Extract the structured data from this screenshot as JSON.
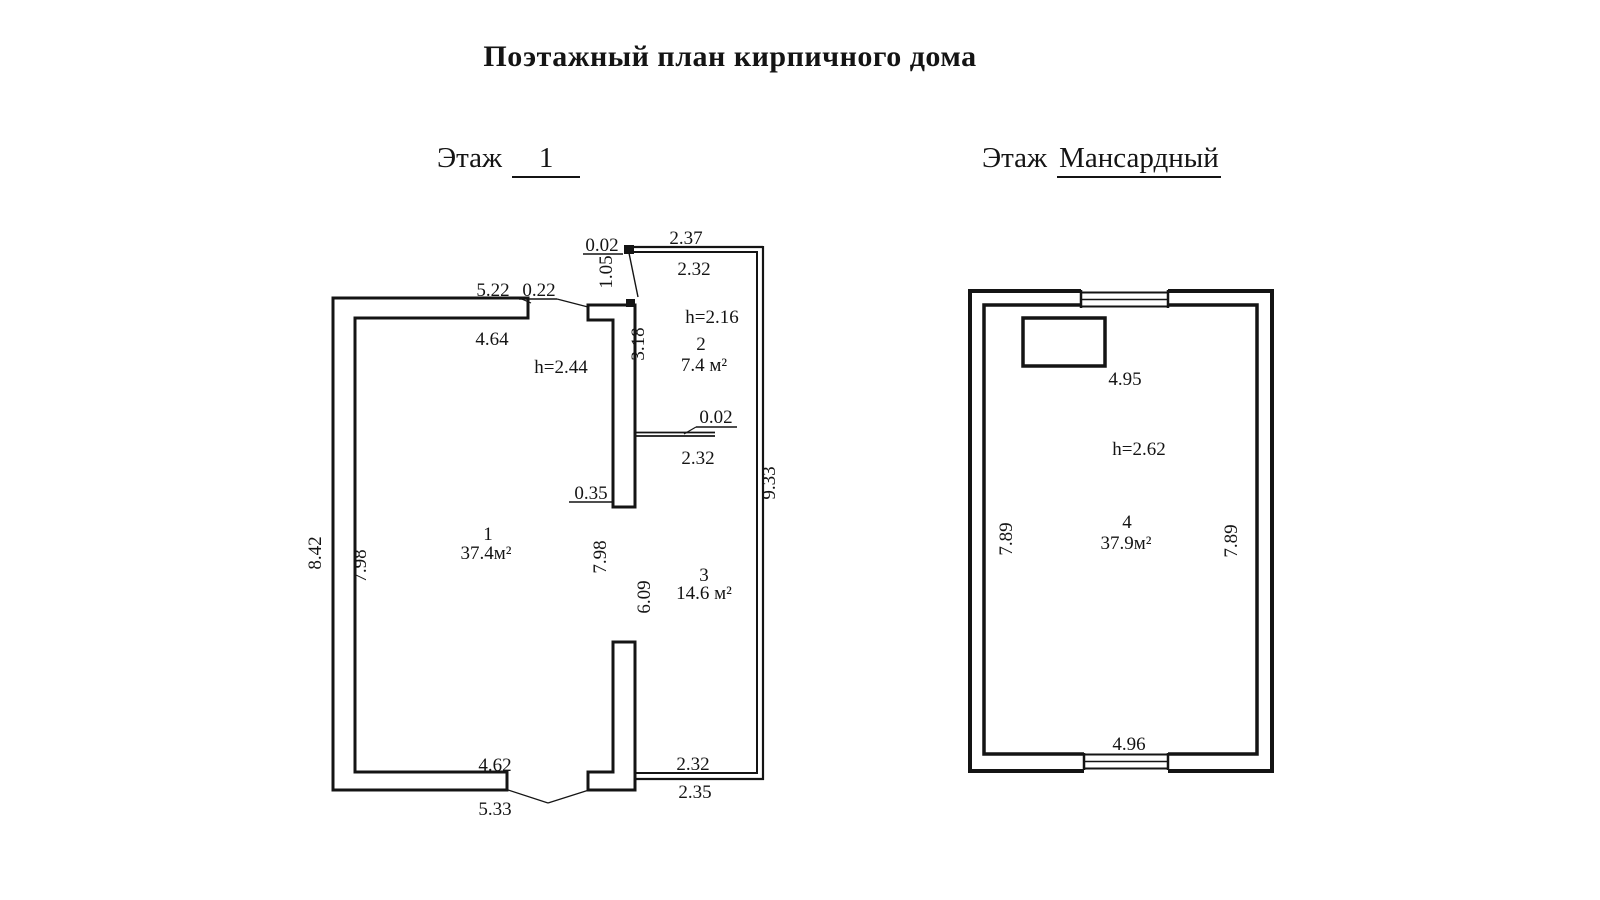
{
  "title": "Поэтажный план кирпичного дома",
  "floor1_header": {
    "label": "Этаж",
    "value": "1"
  },
  "mansard_header": {
    "label": "Этаж",
    "value": "Мансардный"
  },
  "plan1": {
    "dims": {
      "d002_top": "0.02",
      "d237": "2.37",
      "d232_top": "2.32",
      "d105": "1.05",
      "d522": "5.22",
      "d022": "0.22",
      "d464": "4.64",
      "h244": "h=2.44",
      "d318": "3.18",
      "h216": "h=2.16",
      "room2_num": "2",
      "room2_area": "7.4 м²",
      "d002_mid": "0.02",
      "d232_mid": "2.32",
      "d035": "0.35",
      "d933": "9.33",
      "d842": "8.42",
      "d798_left": "7.98",
      "room1_num": "1",
      "room1_area": "37.4м²",
      "d798_right": "7.98",
      "d609": "6.09",
      "room3_num": "3",
      "room3_area": "14.6 м²",
      "d462": "4.62",
      "d533": "5.33",
      "d232_bot": "2.32",
      "d235": "2.35"
    }
  },
  "plan2": {
    "dims": {
      "d495": "4.95",
      "h262": "h=2.62",
      "room4_num": "4",
      "room4_area": "37.9м²",
      "d789_left": "7.89",
      "d789_right": "7.89",
      "d496": "4.96"
    }
  }
}
